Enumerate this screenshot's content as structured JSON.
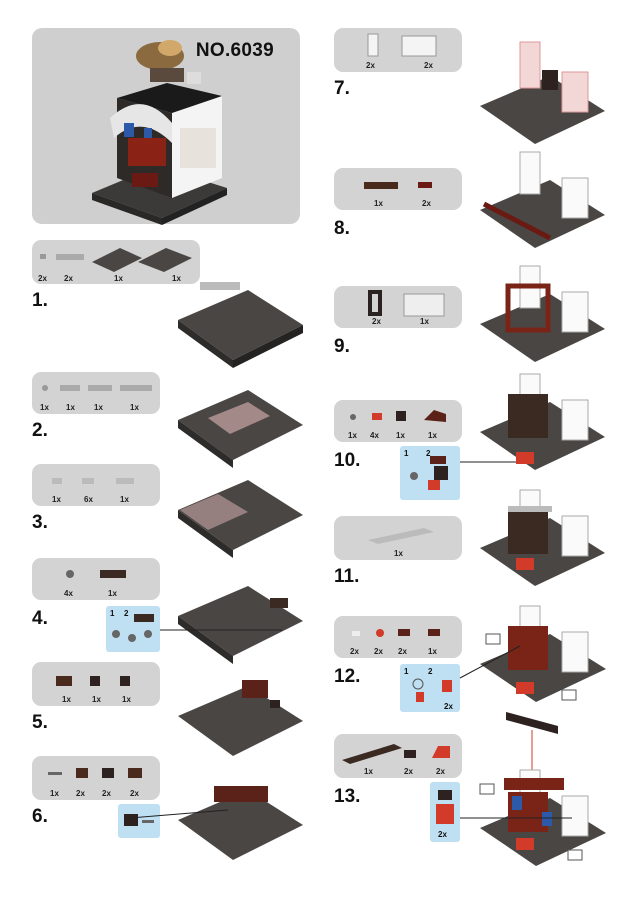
{
  "model_number": "NO.6039",
  "steps": [
    {
      "id": "1",
      "label": "1.",
      "quantities": [
        "2x",
        "2x",
        "1x",
        "1x"
      ]
    },
    {
      "id": "2",
      "label": "2.",
      "quantities": [
        "1x",
        "1x",
        "1x",
        "1x"
      ]
    },
    {
      "id": "3",
      "label": "3.",
      "quantities": [
        "1x",
        "6x",
        "1x"
      ]
    },
    {
      "id": "4",
      "label": "4.",
      "quantities": [
        "4x",
        "1x"
      ],
      "substeps": [
        "1",
        "2"
      ]
    },
    {
      "id": "5",
      "label": "5.",
      "quantities": [
        "1x",
        "1x",
        "1x"
      ]
    },
    {
      "id": "6",
      "label": "6.",
      "quantities": [
        "1x",
        "2x",
        "2x",
        "2x"
      ]
    },
    {
      "id": "7",
      "label": "7.",
      "quantities": [
        "2x",
        "2x"
      ]
    },
    {
      "id": "8",
      "label": "8.",
      "quantities": [
        "1x",
        "2x"
      ]
    },
    {
      "id": "9",
      "label": "9.",
      "quantities": [
        "2x",
        "1x"
      ]
    },
    {
      "id": "10",
      "label": "10.",
      "quantities": [
        "1x",
        "4x",
        "1x",
        "1x"
      ],
      "substeps": [
        "1",
        "2"
      ]
    },
    {
      "id": "11",
      "label": "11.",
      "quantities": [
        "1x"
      ]
    },
    {
      "id": "12",
      "label": "12.",
      "quantities": [
        "2x",
        "2x",
        "2x",
        "1x"
      ],
      "substeps": [
        "1",
        "2"
      ],
      "sub_qty": "2x"
    },
    {
      "id": "13",
      "label": "13.",
      "quantities": [
        "1x",
        "2x",
        "2x"
      ],
      "sub_qty": "2x"
    }
  ],
  "colors": {
    "panel": "#d3d3d3",
    "callout": "#bfe0f2",
    "brick_dark": "#3a2a22",
    "brick_red": "#7a2418",
    "plate": "#4a4644"
  }
}
